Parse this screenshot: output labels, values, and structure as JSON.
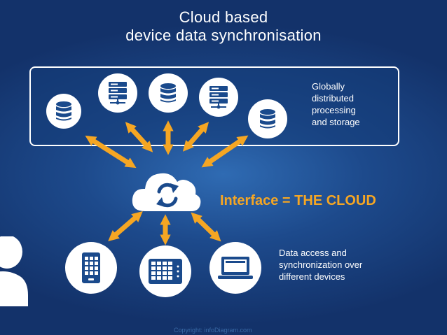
{
  "title": {
    "line1": "Cloud based",
    "line2": "device data synchronisation"
  },
  "storage_caption": {
    "line1": "Globally",
    "line2": "distributed",
    "line3": "processing",
    "line4": "and storage"
  },
  "interface_label": "Interface = THE CLOUD",
  "devices_caption": {
    "line1": "Data access and",
    "line2": "synchronization over",
    "line3": "different devices"
  },
  "copyright": "Copyright: infoDiagram.com",
  "colors": {
    "background": "#1d4a8c",
    "accent": "#f5a623",
    "icon": "#1a4a8c",
    "text": "#ffffff"
  },
  "icons": {
    "storage_nodes": [
      "database-icon",
      "server-rack-icon",
      "database-icon",
      "server-rack-icon",
      "database-icon"
    ],
    "cloud": "cloud-sync-icon",
    "devices": [
      "smartphone-icon",
      "tablet-icon",
      "laptop-icon"
    ],
    "person": "person-silhouette-icon"
  }
}
